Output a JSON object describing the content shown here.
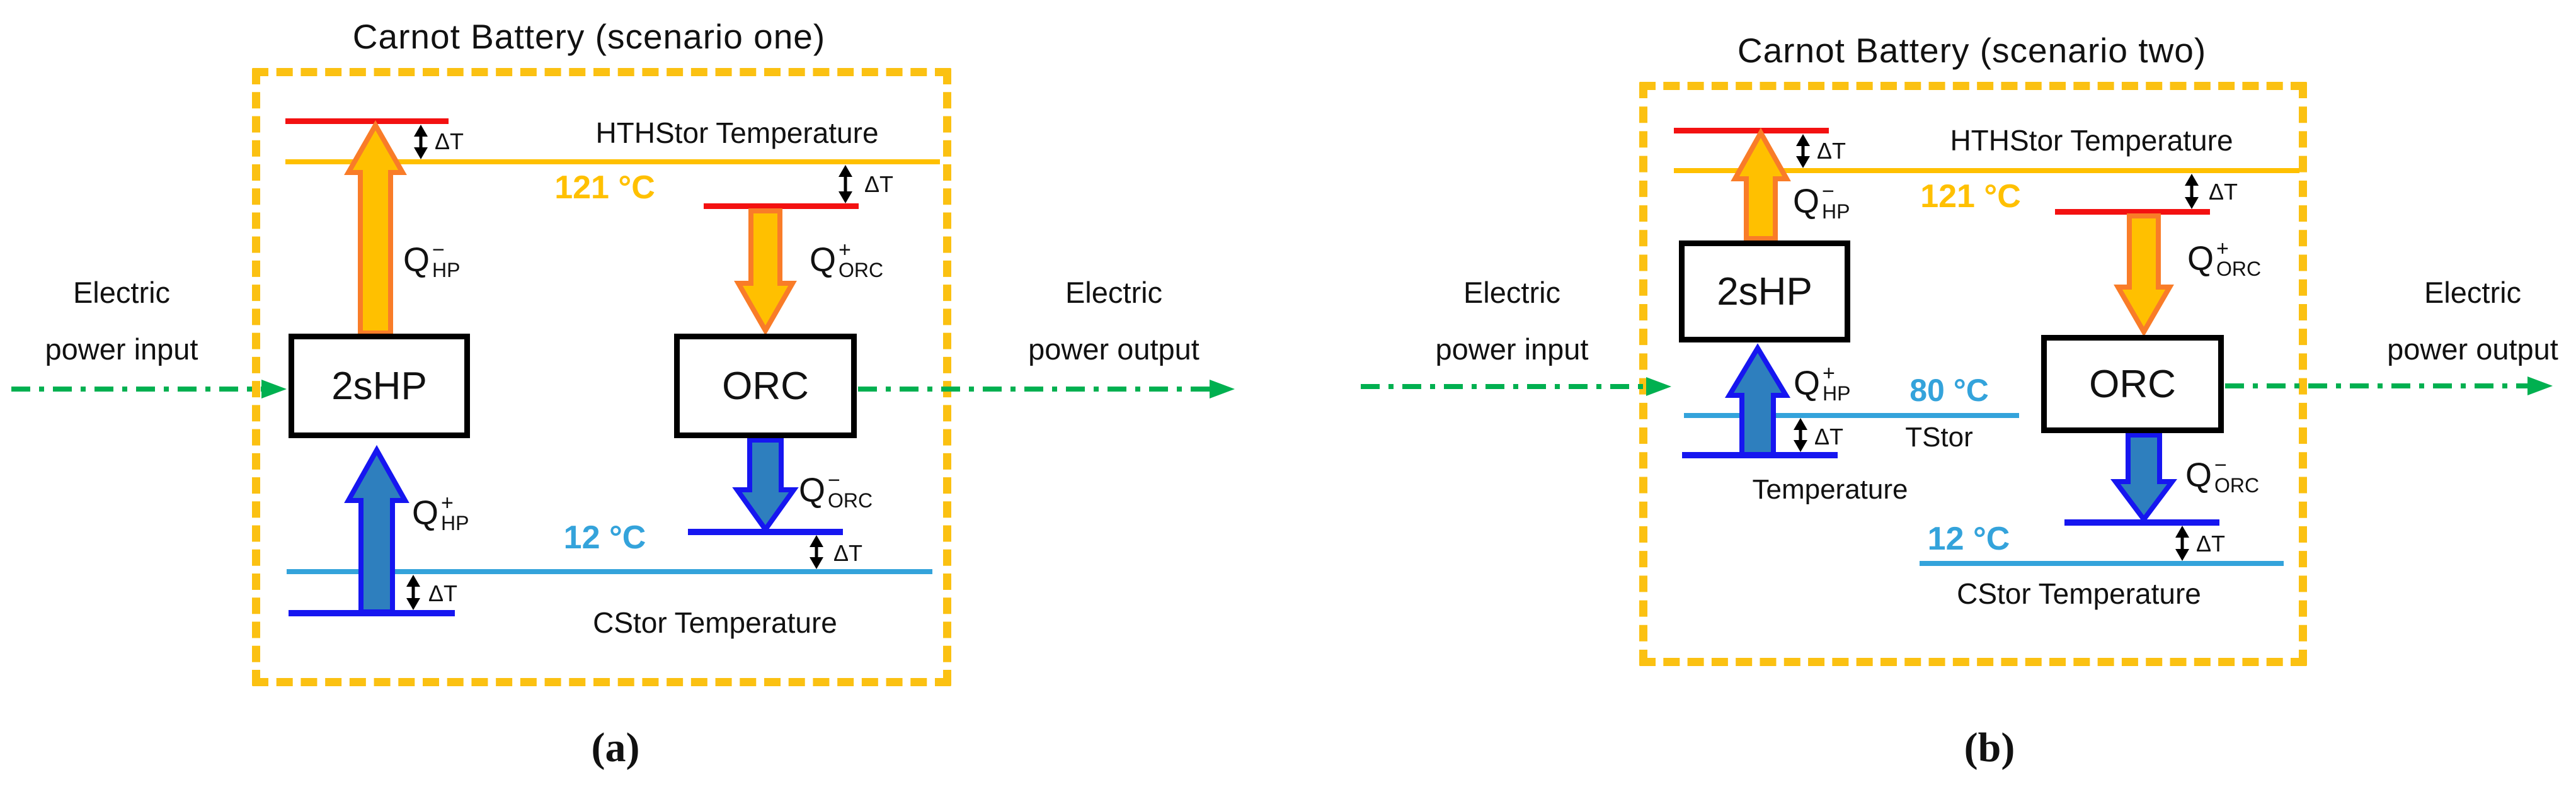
{
  "shared": {
    "delta_t": "ΔT"
  },
  "colors": {
    "accent_gold": "#FFC000",
    "border_gold": "#FBC112",
    "red": "#F31111",
    "orange_outline": "#F97C28",
    "royal_blue": "#1616F0",
    "steel_blue": "#2E7FBE",
    "light_blue": "#34A3DB",
    "green": "#00B050",
    "heat_hot": {
      "fill": "#FFC000",
      "stroke": "#F97C28"
    },
    "heat_cold": {
      "fill": "#2E7FBE",
      "stroke": "#1616F0"
    }
  },
  "diagram_a": {
    "title": "Carnot Battery (scenario one)",
    "figure_label": "(a)",
    "electric_input": [
      "Electric",
      "power input"
    ],
    "electric_output": [
      "Electric",
      "power output"
    ],
    "hp_box": "2sHP",
    "orc_box": "ORC",
    "hthstor_label": "HTHStor Temperature",
    "hthstor_temp": "121 °C",
    "cstor_label": "CStor Temperature",
    "cstor_temp": "12 °C",
    "q_hp_out": {
      "base": "Q",
      "sup": "−",
      "sub": "HP"
    },
    "q_hp_in": {
      "base": "Q",
      "sup": "+",
      "sub": "HP"
    },
    "q_orc_in": {
      "base": "Q",
      "sup": "+",
      "sub": "ORC"
    },
    "q_orc_out": {
      "base": "Q",
      "sup": "−",
      "sub": "ORC"
    }
  },
  "diagram_b": {
    "title": "Carnot Battery (scenario two)",
    "figure_label": "(b)",
    "electric_input": [
      "Electric",
      "power input"
    ],
    "electric_output": [
      "Electric",
      "power output"
    ],
    "hp_box": "2sHP",
    "orc_box": "ORC",
    "hthstor_label": "HTHStor Temperature",
    "hthstor_temp": "121 °C",
    "tstor_label_1": "TStor",
    "tstor_label_2": "Temperature",
    "tstor_temp": "80 °C",
    "cstor_label": "CStor Temperature",
    "cstor_temp": "12 °C",
    "q_hp_out": {
      "base": "Q",
      "sup": "−",
      "sub": "HP"
    },
    "q_hp_in": {
      "base": "Q",
      "sup": "+",
      "sub": "HP"
    },
    "q_orc_in": {
      "base": "Q",
      "sup": "+",
      "sub": "ORC"
    },
    "q_orc_out": {
      "base": "Q",
      "sup": "−",
      "sub": "ORC"
    }
  }
}
